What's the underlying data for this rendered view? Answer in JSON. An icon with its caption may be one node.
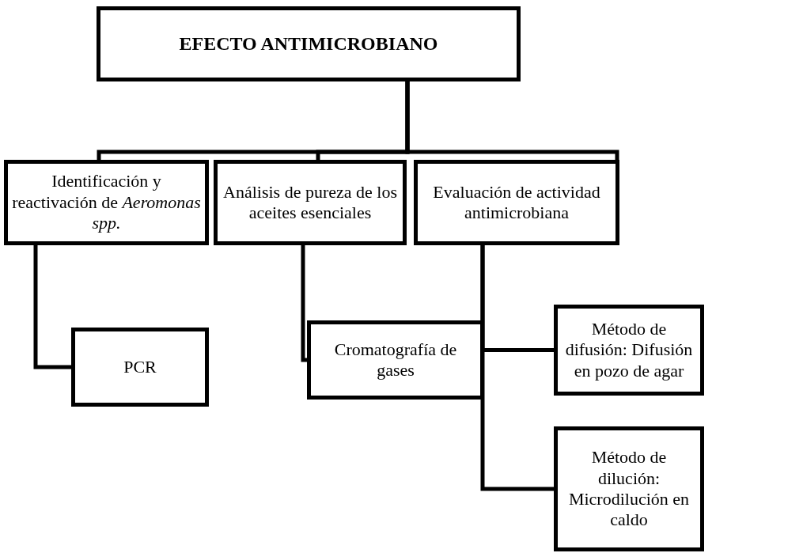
{
  "diagram": {
    "nodes": [
      {
        "text": [
          "EFECTO ANTIMICROBIANO"
        ]
      },
      {
        "text": [
          "Identificación y reactivación de *Aeromonas spp.*"
        ]
      },
      {
        "text": [
          "Análisis de pureza de los aceites esenciales"
        ]
      },
      {
        "text": [
          "Evaluación de actividad antimicrobiana"
        ]
      },
      {
        "text": [
          "PCR"
        ]
      },
      {
        "text": [
          "Cromatografía de gases"
        ]
      },
      {
        "text": [
          "Método de difusión: Difusión en pozo de agar"
        ]
      },
      {
        "text": [
          "Método de dilución: Microdilución en caldo"
        ]
      }
    ],
    "edges": [
      {
        "from": 0,
        "to": 1,
        "arrow": "none"
      },
      {
        "from": 0,
        "to": 2,
        "arrow": "none"
      },
      {
        "from": 0,
        "to": 3,
        "arrow": "none"
      },
      {
        "from": 1,
        "to": 4,
        "arrow": "none"
      },
      {
        "from": 2,
        "to": 5,
        "arrow": "none"
      },
      {
        "from": 3,
        "to": 6,
        "arrow": "none"
      },
      {
        "from": 3,
        "to": 7,
        "arrow": "none"
      }
    ]
  }
}
